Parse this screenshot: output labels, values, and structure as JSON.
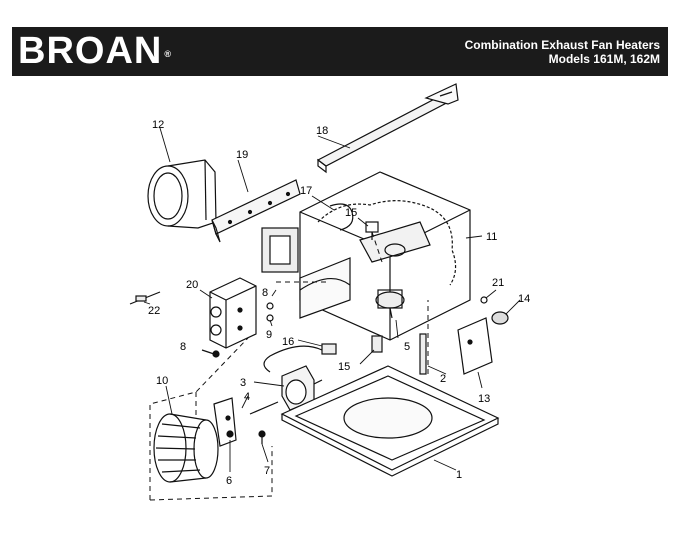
{
  "header": {
    "brand": "BROAN",
    "trademark": "®",
    "title_line1": "Combination Exhaust Fan Heaters",
    "title_line2": "Models 161M, 162M"
  },
  "callouts": {
    "c1": "1",
    "c2": "2",
    "c3": "3",
    "c4": "4",
    "c5": "5",
    "c6": "6",
    "c7": "7",
    "c8a": "8",
    "c8b": "8",
    "c9": "9",
    "c10": "10",
    "c11": "11",
    "c12": "12",
    "c13": "13",
    "c14": "14",
    "c15a": "15",
    "c15b": "15",
    "c16": "16",
    "c17": "17",
    "c18": "18",
    "c19": "19",
    "c20": "20",
    "c21": "21",
    "c22": "22"
  }
}
